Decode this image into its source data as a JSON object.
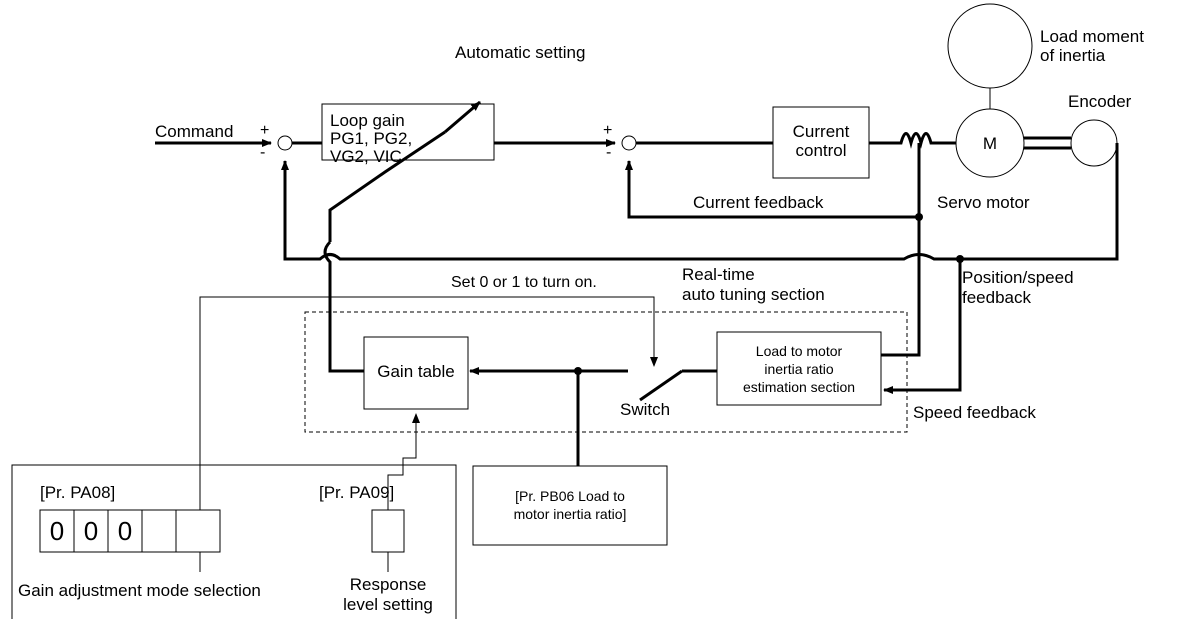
{
  "labels": {
    "automatic_setting": "Automatic setting",
    "load_moment": [
      "Load moment",
      "of inertia"
    ],
    "encoder": "Encoder",
    "command": "Command",
    "loop_gain": [
      "Loop gain",
      "PG1, PG2,",
      "VG2, VIC"
    ],
    "current_control": [
      "Current",
      "control"
    ],
    "motor": "M",
    "current_feedback": "Current feedback",
    "servo_motor": "Servo motor",
    "set_0_or_1": "Set 0 or 1 to turn on.",
    "realtime_section": [
      "Real-time",
      "auto tuning section"
    ],
    "position_speed_feedback": [
      "Position/speed",
      "feedback"
    ],
    "gain_table": "Gain table",
    "switch": "Switch",
    "estimation_section": [
      "Load to motor",
      "inertia ratio",
      "estimation section"
    ],
    "speed_feedback": "Speed feedback",
    "pr_pa08": "[Pr. PA08]",
    "pr_pa09": "[Pr. PA09]",
    "pb06": [
      "[Pr. PB06 Load to",
      "motor inertia ratio]"
    ],
    "pa08_digits": [
      "0",
      "0",
      "0",
      ""
    ],
    "gain_adjustment_mode_selection": "Gain adjustment mode selection",
    "response_level_setting": [
      "Response",
      "level setting"
    ],
    "plus": "+",
    "minus": "-"
  }
}
